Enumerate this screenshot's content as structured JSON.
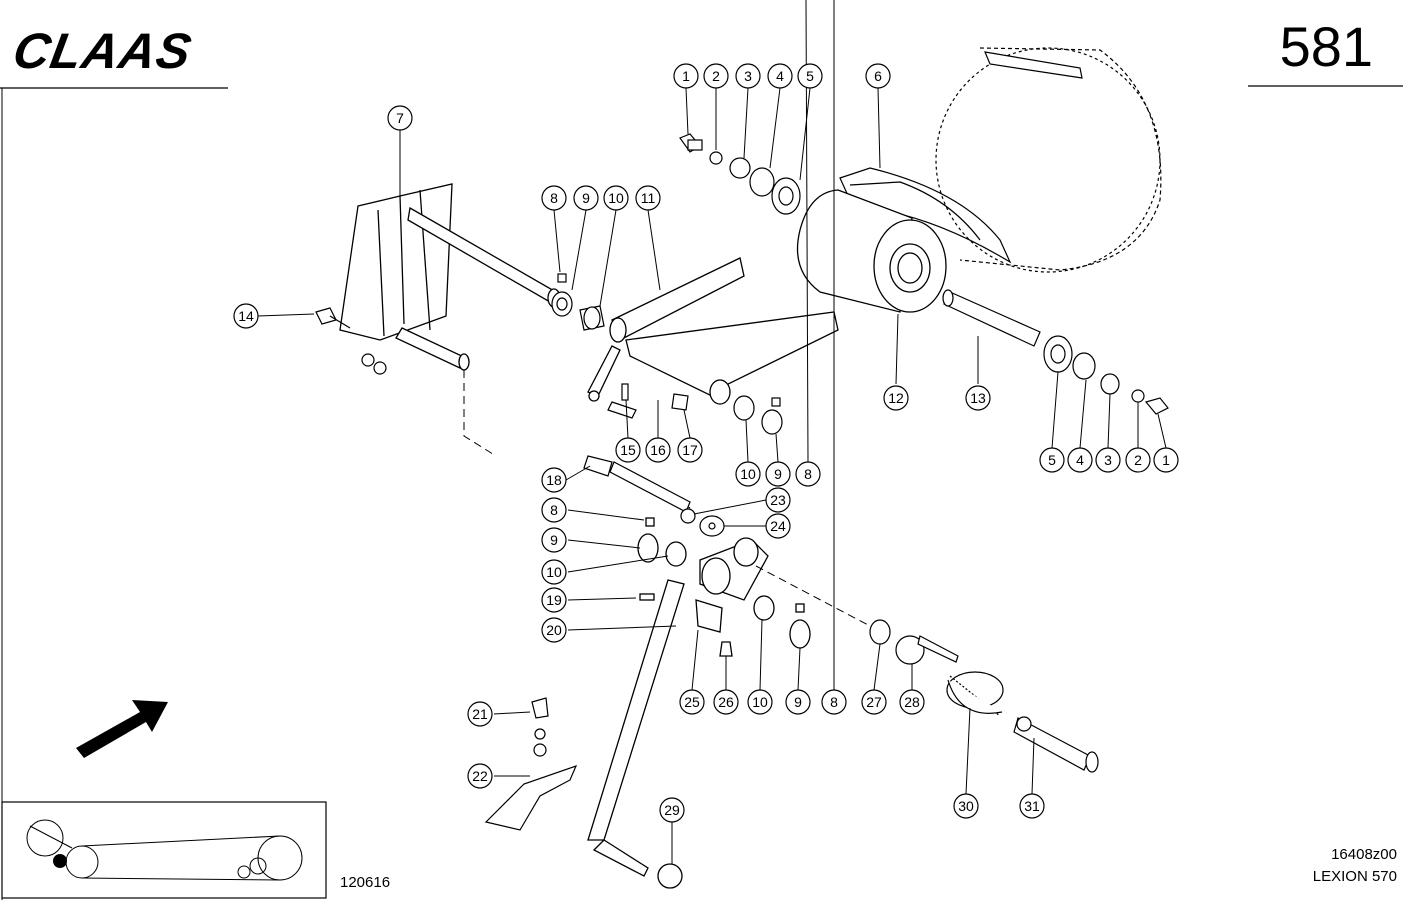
{
  "header": {
    "brand": "CLAAS",
    "page_number": "581"
  },
  "footer": {
    "doc_ref": "120616",
    "drawing_number": "16408z00",
    "model": "LEXION 570"
  },
  "callouts": [
    "1",
    "2",
    "3",
    "4",
    "5",
    "6",
    "7",
    "8",
    "9",
    "10",
    "11",
    "12",
    "13",
    "14",
    "15",
    "16",
    "17",
    "18",
    "19",
    "20",
    "21",
    "22",
    "23",
    "24",
    "25",
    "26",
    "27",
    "28",
    "29",
    "30",
    "31",
    "8",
    "9",
    "10",
    "5",
    "4",
    "3",
    "2",
    "1",
    "8",
    "9",
    "10",
    "8",
    "9",
    "10"
  ]
}
